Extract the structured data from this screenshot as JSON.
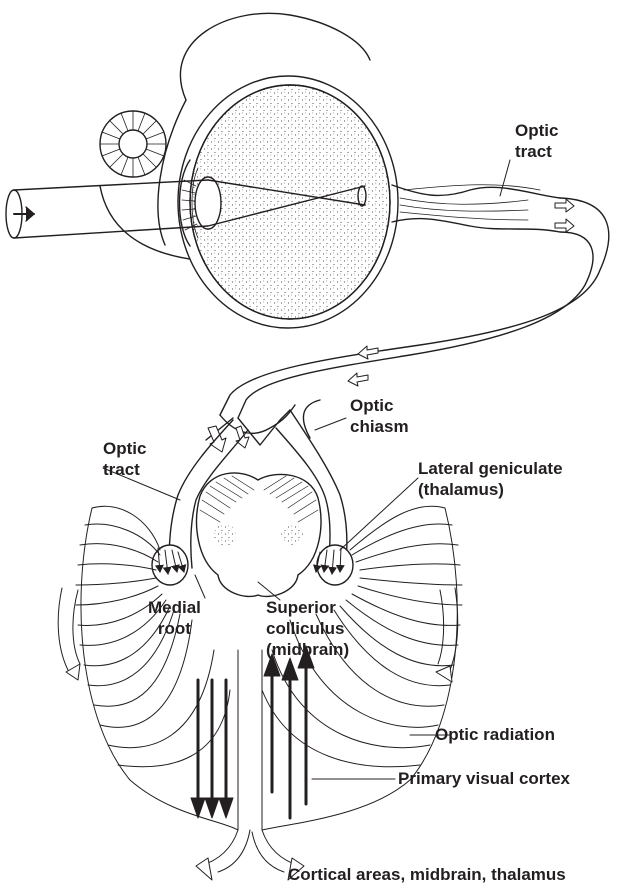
{
  "diagram": {
    "labels": {
      "optic_tract_top": [
        "Optic",
        "tract"
      ],
      "optic_chiasm": [
        "Optic",
        "chiasm"
      ],
      "optic_tract_left": [
        "Optic",
        "tract"
      ],
      "lateral_geniculate": [
        "Lateral geniculate",
        "(thalamus)"
      ],
      "medial_root": [
        "Medial",
        "root"
      ],
      "superior_colliculus": [
        "Superior",
        "colliculus",
        "(midbrain)"
      ],
      "optic_radiation": "Optic radiation",
      "primary_visual_cortex": "Primary visual cortex",
      "cortical_areas": "Cortical areas, midbrain, thalamus"
    },
    "colors": {
      "ink": "#231f20",
      "paper": "#ffffff"
    }
  }
}
